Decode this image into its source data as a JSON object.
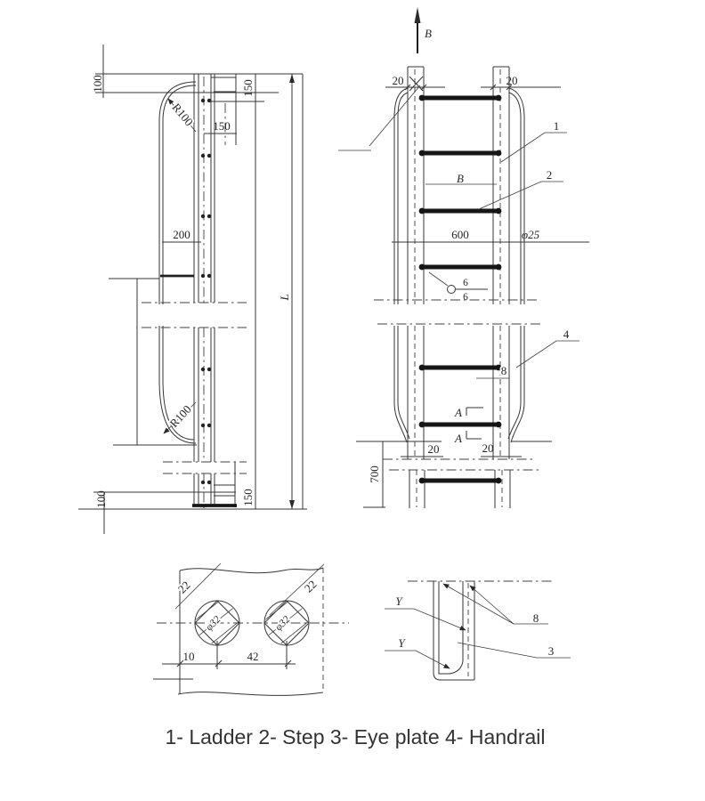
{
  "figure": {
    "caption": "1- Ladder 2- Step 3- Eye plate 4- Handrail",
    "legend_items": [
      {
        "number": "1",
        "label": "Ladder"
      },
      {
        "number": "2",
        "label": "Step"
      },
      {
        "number": "3",
        "label": "Eye plate"
      },
      {
        "number": "4",
        "label": "Handrail"
      }
    ],
    "colors": {
      "line": "#353535",
      "thick_line": "#161616",
      "background": "#ffffff",
      "caption_text": "#333333"
    }
  },
  "side_view": {
    "dim_100_top": "100",
    "radius_top": "R100",
    "dim_150_vertical": "150",
    "dim_150_horizontal": "150",
    "dim_200": "200",
    "radius_bottom": "R100",
    "dim_length": "L",
    "dim_100_bottom": "100",
    "dim_150_bottom": "150"
  },
  "front_view": {
    "view_arrow": "B",
    "dim_20_top_left": "20",
    "dim_20_top_right": "20",
    "callout_ladder": "1",
    "callout_step": "2",
    "section_label_b": "B",
    "dim_600": "600",
    "dim_rung_diameter": "φ25",
    "weld_size_top": "6",
    "weld_size_bottom": "6",
    "callout_handrail": "4",
    "dim_8": "8",
    "section_a_upper": "A",
    "section_a_lower": "A",
    "dim_20_bottom_left": "20",
    "dim_20_bottom_right": "20",
    "dim_700": "700"
  },
  "eye_plate_face": {
    "dim_22_left": "22",
    "dim_22_right": "22",
    "hole_dia_left": "φ32",
    "hole_dia_right": "φ32",
    "dim_10": "10",
    "dim_42": "42"
  },
  "eye_plate_side": {
    "weld_y_upper": "Y",
    "weld_y_lower": "Y",
    "dim_8": "8",
    "callout_eye_plate": "3"
  }
}
